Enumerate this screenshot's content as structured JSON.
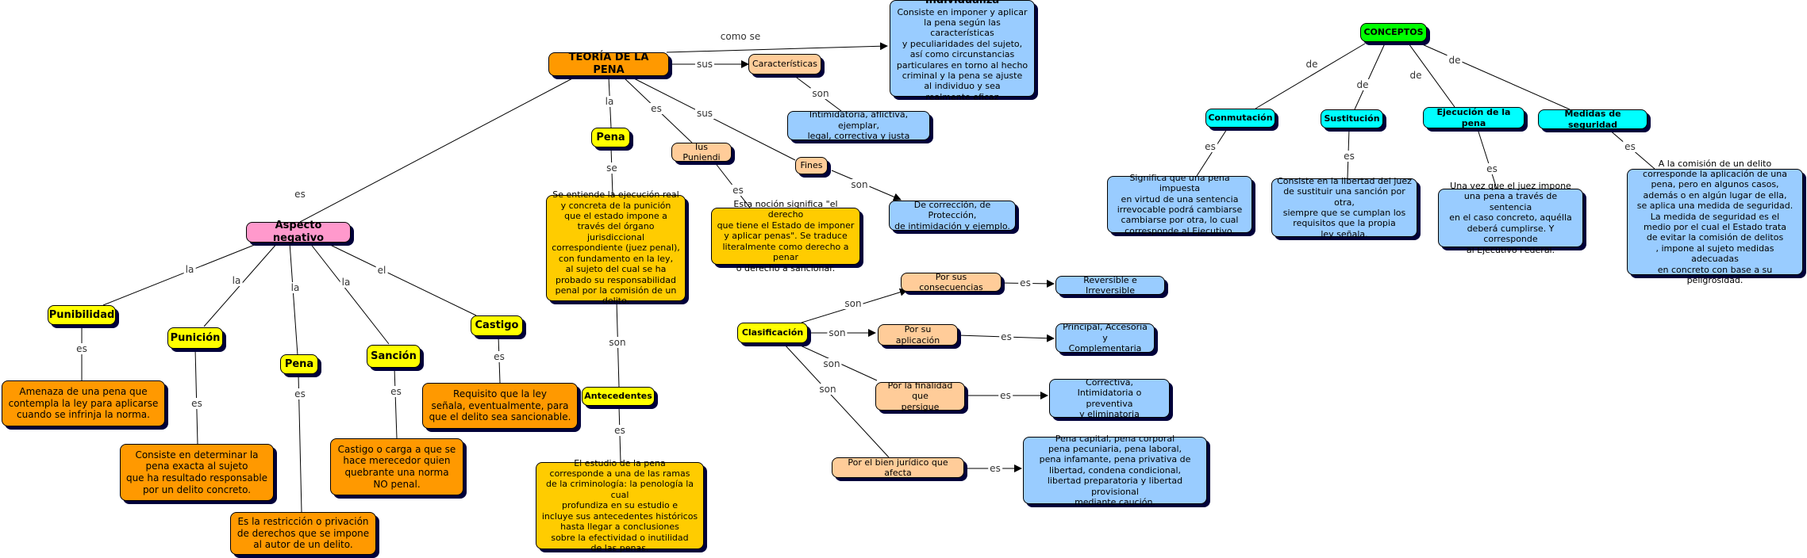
{
  "nodes": {
    "teoria": "TEORÍA DE LA PENA",
    "caracteristicas": "Características",
    "individualiza_title": "Individualiza",
    "individualiza_text": "Consiste en imponer y aplicar\nla pena según las características\ny peculiaridades del sujeto,\nasí como circunstancias\nparticulares en torno al hecho\ncriminal y la pena se ajuste\nal individuo y sea\nrealmente eficaz",
    "caract_desc": "Intimidatoria, aflictiva, ejemplar,\nlegal, correctiva y justa",
    "pena_top": "Pena",
    "pena_def": "Se entiende la ejecución real\ny concreta de la punición\nque el estado impone a\ntravés del órgano jurisdiccional\ncorrespondiente (juez penal),\ncon fundamento en la ley,\nal sujeto del cual se ha\nprobado su responsabilidad\npenal por la comisión de un\ndelito.",
    "ius": "Ius Puniendi",
    "ius_desc": "Esta noción significa \"el derecho\nque tiene el Estado de imponer\ny aplicar penas\". Se traduce\nliteralmente como derecho a penar\no derecho a sancionar.",
    "fines": "Fines",
    "fines_desc": "De corrección, de Protección,\nde intimidación y ejemplo.",
    "aspecto": "Aspecto negativo",
    "punibilidad": "Punibilidad",
    "punibilidad_desc": "Amenaza de una pena que\ncontempla la ley para aplicarse\ncuando se infrinja la norma.",
    "punicion": "Punición",
    "punicion_desc": "Consiste en determinar la\npena exacta al sujeto\nque ha resultado responsable\npor un delito concreto.",
    "pena_neg": "Pena",
    "pena_neg_desc": "Es la restricción o privación\nde derechos que se impone\nal autor de un delito.",
    "sancion": "Sanción",
    "sancion_desc": "Castigo o carga a que se\nhace merecedor quien\nquebrante una norma\nNO penal.",
    "castigo": "Castigo",
    "castigo_desc": "Requisito que la ley\nseñala, eventualmente, para\nque el delito sea sancionable.",
    "antecedentes": "Antecedentes",
    "antecedentes_desc": "El estudio de la pena\ncorresponde a una de las ramas\nde la criminología: la penología la cual\nprofundiza en su estudio e\nincluye sus antecedentes históricos\nhasta llegar a conclusiones\nsobre la efectividad o inutilidad\nde las penas.",
    "clasificacion": "Clasificación",
    "consecuencias": "Por sus consecuencias",
    "consecuencias_desc": "Reversible e Irreversible",
    "aplicacion": "Por su aplicación",
    "aplicacion_desc": "Principal, Accesoria y\nComplementaria",
    "finalidad": "Por la finalidad que\npersigue",
    "finalidad_desc": "Correctiva,\nIntimidatoria o preventiva\ny eliminatoria",
    "bien": "Por el bien jurídico que afecta",
    "bien_desc": "Pena capital, pena corporal\npena pecuniaria, pena laboral,\npena infamante, pena privativa de\nlibertad, condena condicional,\nlibertad preparatoria y libertad provisional\nmediante caución.",
    "conceptos": "CONCEPTOS",
    "conmutacion": "Conmutación",
    "conmutacion_desc": "Significa que una pena impuesta\nen virtud de una sentencia\nirrevocable podrá cambiarse\ncambiarse por otra, lo cual\ncorresponde al Ejecutivo.",
    "sustitucion": "Sustitución",
    "sustitucion_desc": "Consiste en la libertad del juez\nde sustituir una sanción por otra,\nsiempre que se cumplan los\nrequisitos que la propia\nley señala.",
    "ejecucion": "Ejecución de la pena",
    "ejecucion_desc": "Una vez que el juez impone\nuna pena a través de sentencia\nen el caso concreto, aquélla\ndeberá cumplirse. Y corresponde\nal Ejecutivo Federal.",
    "medidas": "Medidas de seguridad",
    "medidas_desc": "A la comisión de un delito\ncorresponde la aplicación de una\npena, pero en algunos casos,\nademás o en algún lugar de ella,\nse aplica una medida de seguridad.\nLa medida de seguridad es el\nmedio por el cual el Estado trata\nde evitar la comisión de delitos\n, impone al sujeto medidas adecuadas\nen concreto con base a su peligrosidad."
  },
  "links": {
    "como_se": "como  se",
    "sus1": "sus",
    "son1": "son",
    "la1": "la",
    "se1": "se",
    "es_ius": "es",
    "es_ius2": "es",
    "sus2": "sus",
    "son_fines": "son",
    "son_ante": "son",
    "es_ante": "es",
    "es_aspecto": "es",
    "la_puni": "la",
    "la_punic": "la",
    "la_pena": "la",
    "la_sanc": "la",
    "el_cast": "el",
    "es_puni": "es",
    "es_punic": "es",
    "es_pena": "es",
    "es_sanc": "es",
    "es_cast": "es",
    "son_c1": "son",
    "son_c2": "son",
    "son_c3": "son",
    "son_c4": "son",
    "es_c1": "es",
    "es_c2": "es",
    "es_c3": "es",
    "es_c4": "es",
    "de1": "de",
    "de2": "de",
    "de3": "de",
    "de4": "de",
    "es_k1": "es",
    "es_k2": "es",
    "es_k3": "es",
    "es_k4": "es"
  }
}
